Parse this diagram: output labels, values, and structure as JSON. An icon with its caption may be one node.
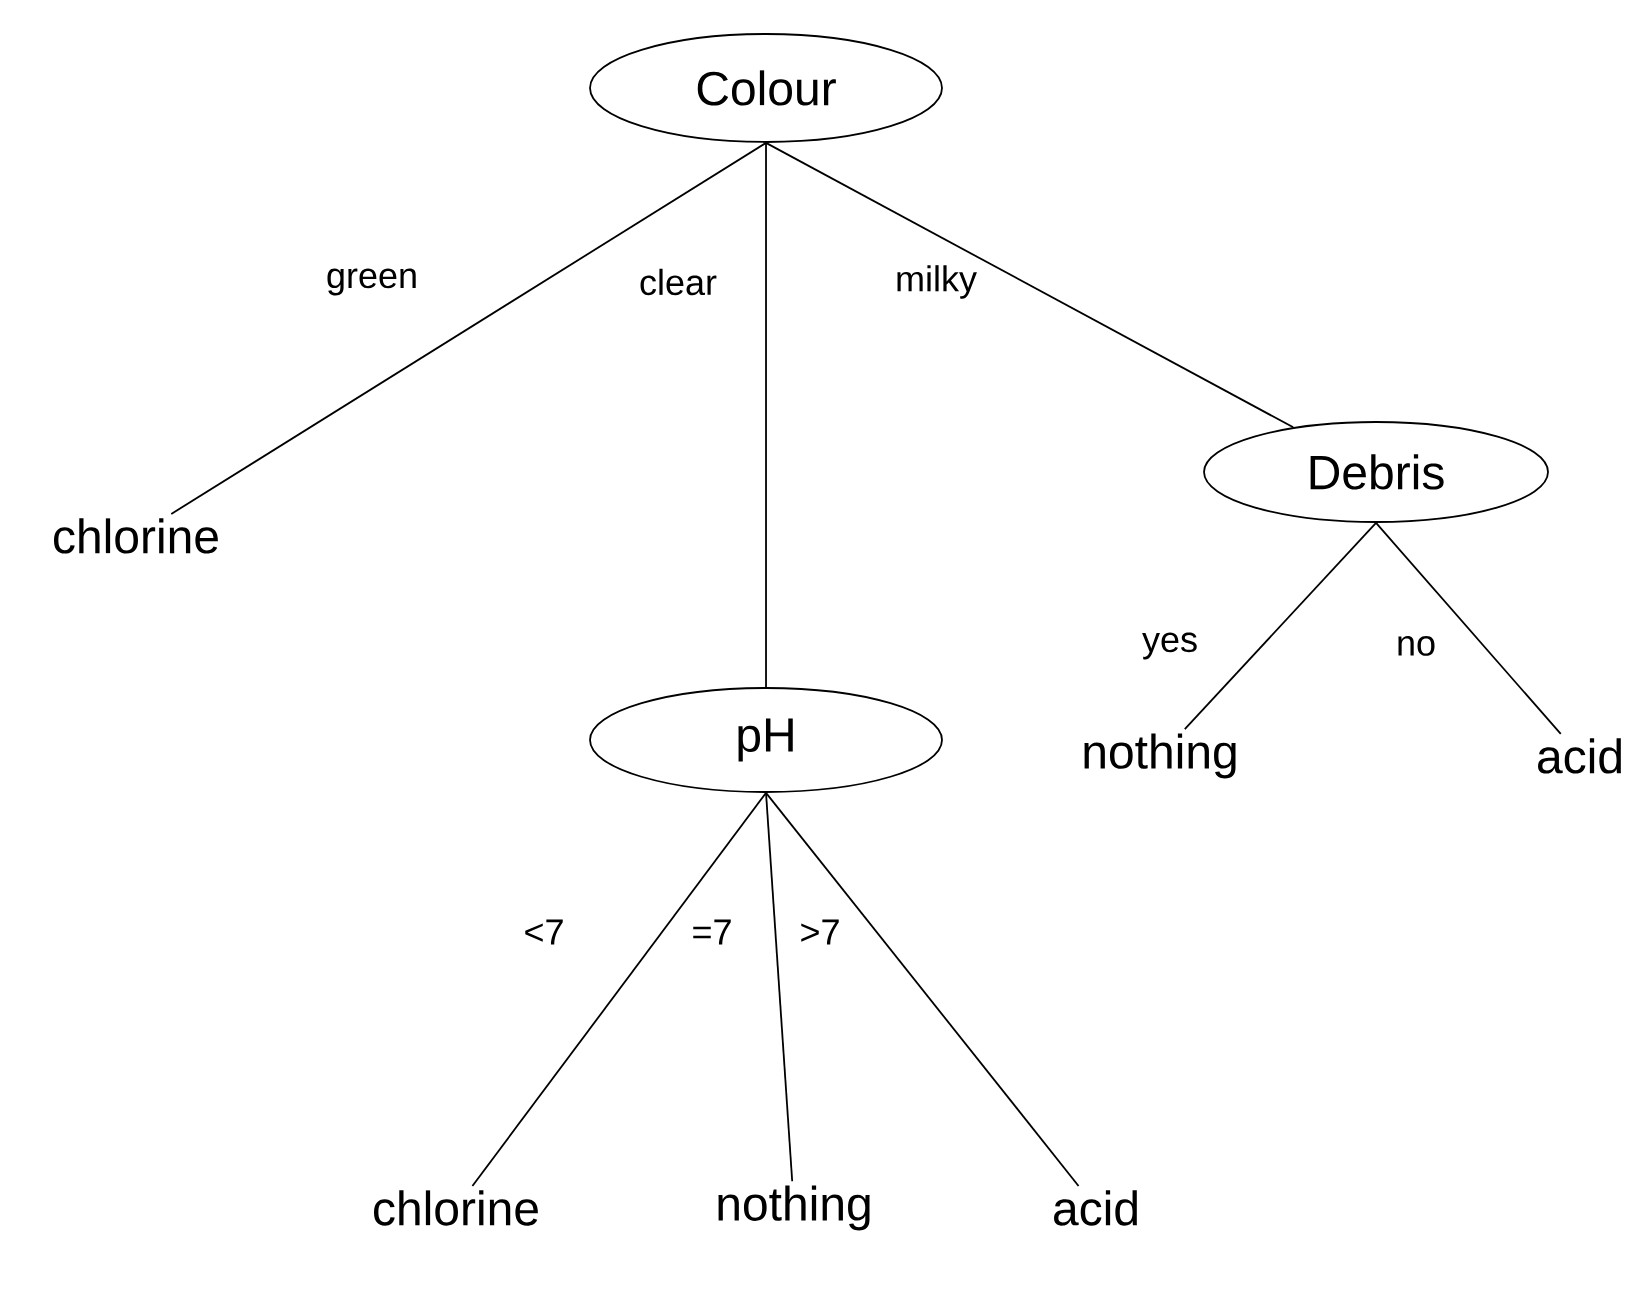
{
  "diagram": {
    "nodes": [
      {
        "text": [
          "Colour"
        ]
      },
      {
        "text": [
          "chlorine"
        ]
      },
      {
        "text": [
          "pH"
        ]
      },
      {
        "text": [
          "Debris"
        ]
      },
      {
        "text": [
          "nothing"
        ]
      },
      {
        "text": [
          "acid"
        ]
      },
      {
        "text": [
          "chlorine"
        ]
      },
      {
        "text": [
          "nothing"
        ]
      },
      {
        "text": [
          "acid"
        ]
      }
    ],
    "edges": [
      {
        "from": 0,
        "to": 1,
        "arrow": "none",
        "label": "green"
      },
      {
        "from": 0,
        "to": 2,
        "arrow": "none",
        "label": "clear"
      },
      {
        "from": 0,
        "to": 3,
        "arrow": "none",
        "label": "milky"
      },
      {
        "from": 3,
        "to": 4,
        "arrow": "none",
        "label": "yes"
      },
      {
        "from": 3,
        "to": 5,
        "arrow": "none",
        "label": "no"
      },
      {
        "from": 2,
        "to": 6,
        "arrow": "none",
        "label": "<7"
      },
      {
        "from": 2,
        "to": 7,
        "arrow": "none",
        "label": "=7"
      },
      {
        "from": 2,
        "to": 8,
        "arrow": "none",
        "label": ">7"
      }
    ]
  }
}
